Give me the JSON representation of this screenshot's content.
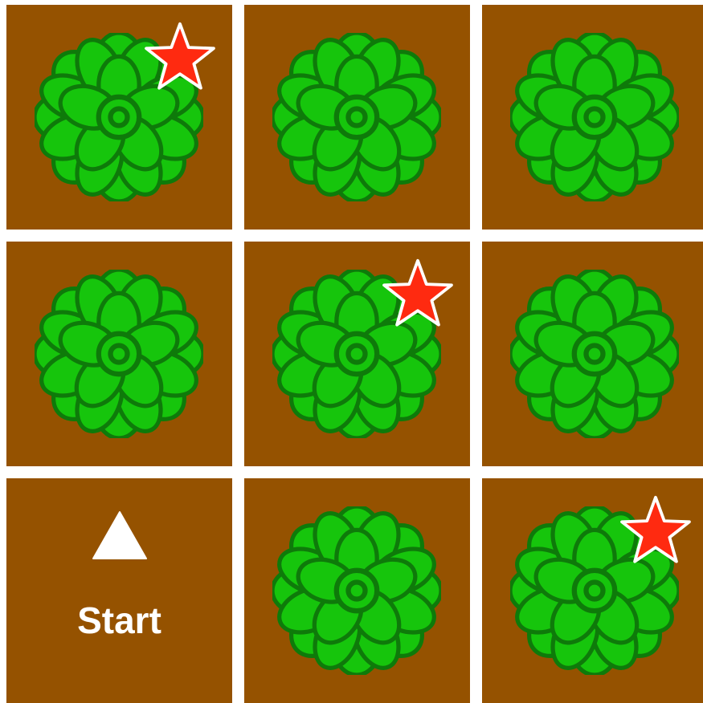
{
  "board": {
    "rows": 3,
    "cols": 3,
    "start_label": "Start",
    "colors": {
      "soil": "#955200",
      "grid_line": "#ffffff",
      "leaf_fill": "#16c50c",
      "leaf_outline": "#0e7a0a",
      "star_fill": "#ff2a10",
      "star_outline": "#ffffff"
    },
    "tiles": [
      {
        "row": 0,
        "col": 0,
        "content": "plant",
        "star": true
      },
      {
        "row": 0,
        "col": 1,
        "content": "plant",
        "star": false
      },
      {
        "row": 0,
        "col": 2,
        "content": "plant",
        "star": false
      },
      {
        "row": 1,
        "col": 0,
        "content": "plant",
        "star": false
      },
      {
        "row": 1,
        "col": 1,
        "content": "plant",
        "star": true
      },
      {
        "row": 1,
        "col": 2,
        "content": "plant",
        "star": false
      },
      {
        "row": 2,
        "col": 0,
        "content": "start",
        "star": false
      },
      {
        "row": 2,
        "col": 1,
        "content": "plant",
        "star": false
      },
      {
        "row": 2,
        "col": 2,
        "content": "plant",
        "star": true
      }
    ]
  }
}
